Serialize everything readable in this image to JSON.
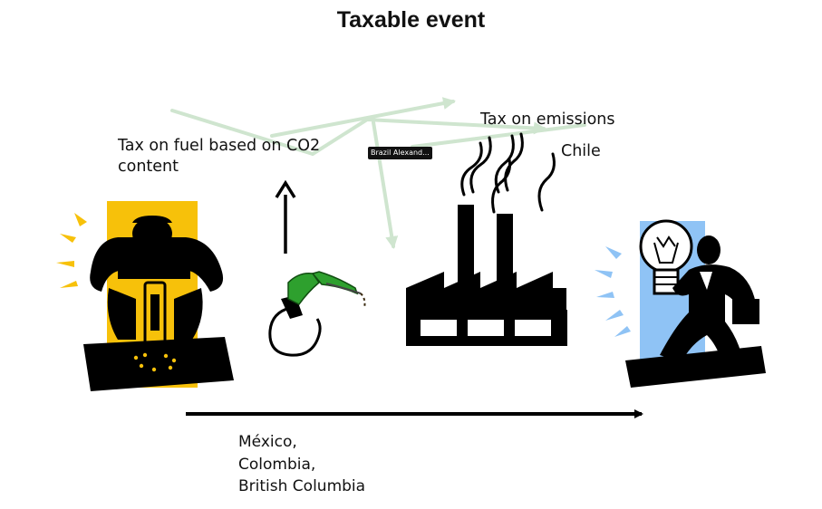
{
  "title": "Taxable event",
  "labels": {
    "fuel_tax": "Tax on fuel based on CO2 content",
    "emissions_tax": "Tax on emissions",
    "chile": "Chile",
    "countries": "México,\nColombia,\nBritish Columbia"
  },
  "annotation_badge": "Brazil Alexand...",
  "icons": [
    "miner-drill-icon",
    "fuel-nozzle-icon",
    "factory-icon",
    "businessman-lightbulb-icon"
  ],
  "colors": {
    "accent_yellow": "#f7c10a",
    "accent_blue": "#8fc3f5",
    "nozzle_green": "#2ea02e",
    "annotation_arrows": "#cfe5cf",
    "ink": "#000000"
  }
}
